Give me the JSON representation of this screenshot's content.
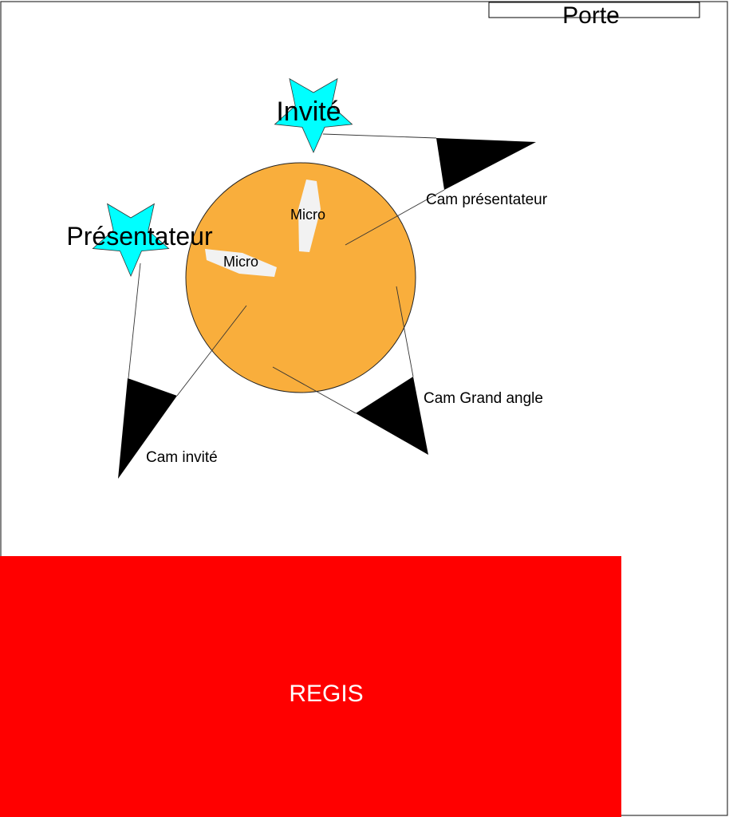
{
  "labels": {
    "door": "Porte",
    "control_room": "REGIS",
    "guest": "Invité",
    "presenter": "Présentateur",
    "mic_1": "Micro",
    "mic_2": "Micro",
    "cam_presenter": "Cam présentateur",
    "cam_guest": "Cam invité",
    "cam_wide": "Cam Grand angle"
  },
  "colors": {
    "table": "#F9AE3C",
    "star": "#00FFFF",
    "control_room": "#FF0000",
    "mic": "#F2F2F2",
    "camera": "#000000"
  }
}
